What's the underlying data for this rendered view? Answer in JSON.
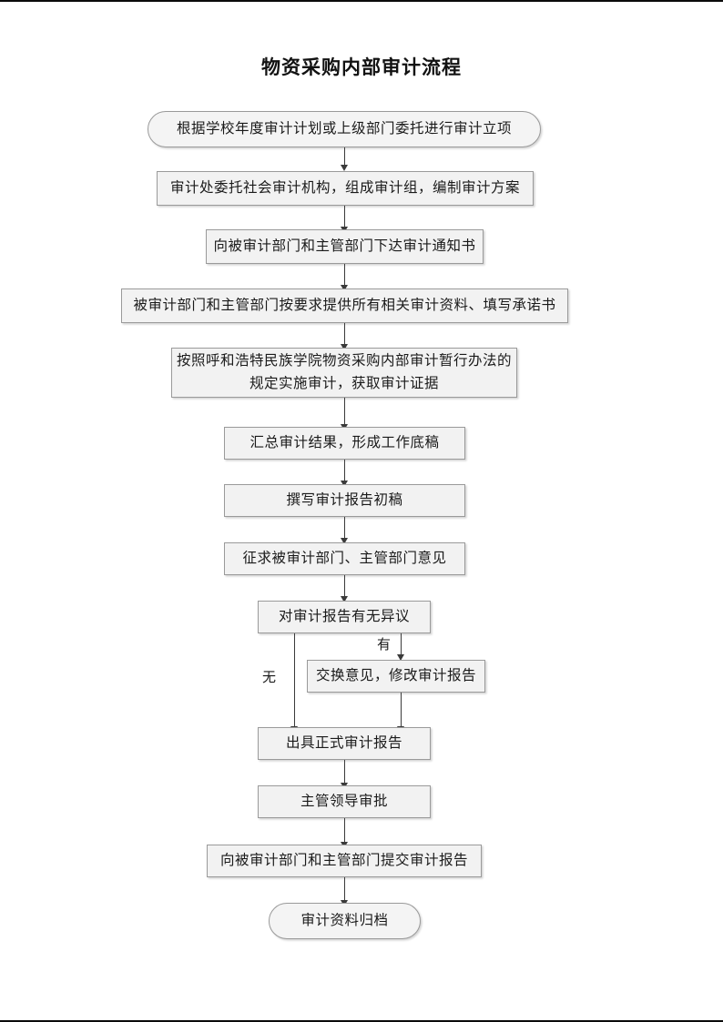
{
  "document": {
    "title": "物资采购内部审计流程",
    "language": "zh-CN"
  },
  "chart_data": {
    "type": "diagram",
    "diagram_kind": "flowchart",
    "orientation": "top-to-bottom",
    "title": "物资采购内部审计流程",
    "nodes": [
      {
        "id": "n1",
        "label": "根据学校年度审计计划或上级部门委托进行审计立项",
        "shape": "stadium"
      },
      {
        "id": "n2",
        "label": "审计处委托社会审计机构，组成审计组，编制审计方案",
        "shape": "rectangle"
      },
      {
        "id": "n3",
        "label": "向被审计部门和主管部门下达审计通知书",
        "shape": "rectangle"
      },
      {
        "id": "n4",
        "label": "被审计部门和主管部门按要求提供所有相关审计资料、填写承诺书",
        "shape": "rectangle"
      },
      {
        "id": "n5",
        "label": "按照呼和浩特民族学院物资采购内部审计暂行办法的\n规定实施审计，获取审计证据",
        "line1": "按照呼和浩特民族学院物资采购内部审计暂行办法的",
        "line2": "规定实施审计，获取审计证据",
        "shape": "rectangle"
      },
      {
        "id": "n6",
        "label": "汇总审计结果，形成工作底稿",
        "shape": "rectangle"
      },
      {
        "id": "n7",
        "label": "撰写审计报告初稿",
        "shape": "rectangle"
      },
      {
        "id": "n8",
        "label": "征求被审计部门、主管部门意见",
        "shape": "rectangle"
      },
      {
        "id": "n9",
        "label": "对审计报告有无异议",
        "shape": "rectangle",
        "role": "decision"
      },
      {
        "id": "n10",
        "label": "交换意见，修改审计报告",
        "shape": "rectangle"
      },
      {
        "id": "n11",
        "label": "出具正式审计报告",
        "shape": "rectangle"
      },
      {
        "id": "n12",
        "label": "主管领导审批",
        "shape": "rectangle"
      },
      {
        "id": "n13",
        "label": "向被审计部门和主管部门提交审计报告",
        "shape": "rectangle"
      },
      {
        "id": "n14",
        "label": "审计资料归档",
        "shape": "stadium"
      }
    ],
    "edges": [
      {
        "from": "n1",
        "to": "n2",
        "label": ""
      },
      {
        "from": "n2",
        "to": "n3",
        "label": ""
      },
      {
        "from": "n3",
        "to": "n4",
        "label": ""
      },
      {
        "from": "n4",
        "to": "n5",
        "label": ""
      },
      {
        "from": "n5",
        "to": "n6",
        "label": ""
      },
      {
        "from": "n6",
        "to": "n7",
        "label": ""
      },
      {
        "from": "n7",
        "to": "n8",
        "label": ""
      },
      {
        "from": "n8",
        "to": "n9",
        "label": ""
      },
      {
        "from": "n9",
        "to": "n11",
        "label": "无"
      },
      {
        "from": "n9",
        "to": "n10",
        "label": "有"
      },
      {
        "from": "n10",
        "to": "n11",
        "label": ""
      },
      {
        "from": "n11",
        "to": "n12",
        "label": ""
      },
      {
        "from": "n12",
        "to": "n13",
        "label": ""
      },
      {
        "from": "n13",
        "to": "n14",
        "label": ""
      }
    ],
    "branch_labels": {
      "no": "无",
      "yes": "有"
    },
    "colors": {
      "node_fill": "#f2f2f2",
      "node_border": "#9a9a9a",
      "connector": "#3a3a3a",
      "text": "#1a1a1a",
      "page_background": "#ffffff"
    }
  }
}
